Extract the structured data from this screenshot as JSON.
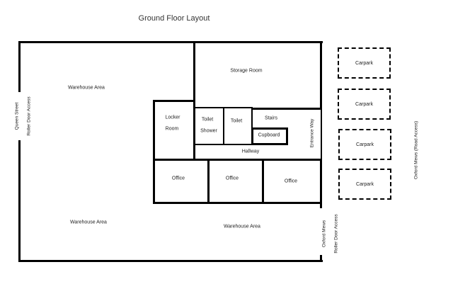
{
  "title": "Ground Floor Layout",
  "rooms": {
    "warehouse_top": "Warehouse Area",
    "warehouse_bottom_left": "Warehouse Area",
    "warehouse_bottom_right": "Warehouse Area",
    "storage": "Storage Room",
    "locker_line1": "Locker",
    "locker_line2": "Room",
    "toilet_shower_line1": "Toilet",
    "toilet_shower_line2": "Shower",
    "toilet": "Toilet",
    "stairs": "Stairs",
    "cupboard": "Cupboard",
    "hallway": "Hallway",
    "entrance": "Entrance Way",
    "offices": [
      "Office",
      "Office",
      "Office"
    ]
  },
  "streets": {
    "queen_street": "Queen Street",
    "queen_roller": "Roller Door Access",
    "oxford_mews": "Oxford Mews",
    "oxford_roller": "Roller Door Access",
    "oxford_road": "Oxford Mews (Road Access)"
  },
  "carparks": [
    "Carpark",
    "Carpark",
    "Carpark",
    "Carpark"
  ]
}
